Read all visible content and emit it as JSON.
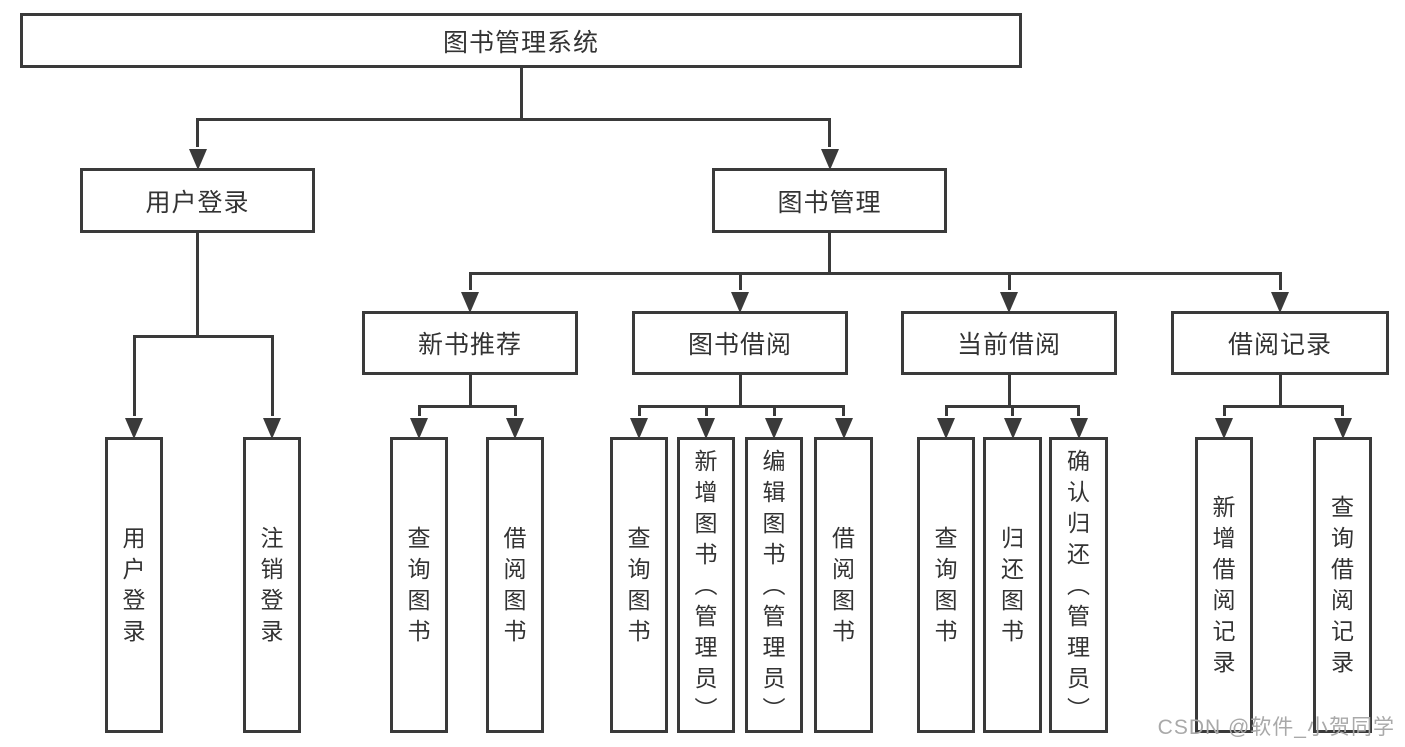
{
  "diagram": {
    "title": "图书管理系统",
    "tree": {
      "id": "root",
      "label": "图书管理系统",
      "children": [
        {
          "id": "user-login",
          "label": "用户登录",
          "children": [
            {
              "id": "leaf-user-login",
              "label": "用户登录"
            },
            {
              "id": "leaf-logout",
              "label": "注销登录"
            }
          ]
        },
        {
          "id": "book-mgmt",
          "label": "图书管理",
          "children": [
            {
              "id": "new-book-rec",
              "label": "新书推荐",
              "children": [
                {
                  "id": "nbr-query",
                  "label": "查询图书"
                },
                {
                  "id": "nbr-borrow",
                  "label": "借阅图书"
                }
              ]
            },
            {
              "id": "book-borrow",
              "label": "图书借阅",
              "children": [
                {
                  "id": "bb-query",
                  "label": "查询图书"
                },
                {
                  "id": "bb-add",
                  "label": "新增图书（管理员）"
                },
                {
                  "id": "bb-edit",
                  "label": "编辑图书（管理员）"
                },
                {
                  "id": "bb-borrow",
                  "label": "借阅图书"
                }
              ]
            },
            {
              "id": "current-borrow",
              "label": "当前借阅",
              "children": [
                {
                  "id": "cb-query",
                  "label": "查询图书"
                },
                {
                  "id": "cb-return",
                  "label": "归还图书"
                },
                {
                  "id": "cb-confirm",
                  "label": "确认归还（管理员）"
                }
              ]
            },
            {
              "id": "borrow-records",
              "label": "借阅记录",
              "children": [
                {
                  "id": "br-add",
                  "label": "新增借阅记录"
                },
                {
                  "id": "br-query",
                  "label": "查询借阅记录"
                }
              ]
            }
          ]
        }
      ]
    },
    "colors": {
      "line": "#3a3a3a",
      "text": "#333333",
      "background": "#ffffff",
      "watermark": "#a9a9a9"
    }
  },
  "watermark": {
    "text": "CSDN @软件_小贺同学"
  }
}
